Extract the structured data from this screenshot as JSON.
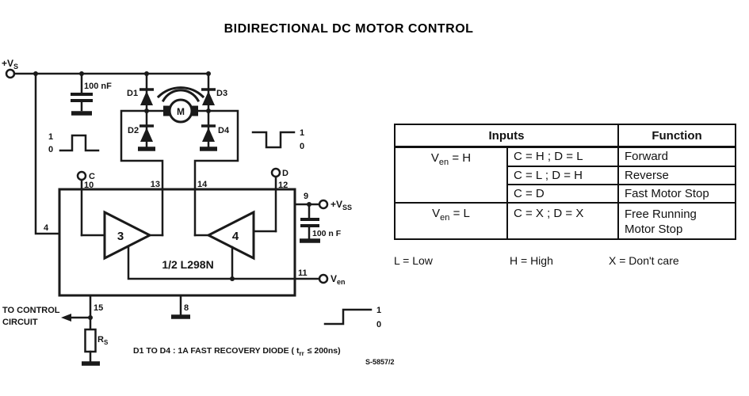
{
  "title": "BIDIRECTIONAL DC MOTOR CONTROL",
  "schematic": {
    "supply": {
      "main": "+V",
      "sub": "S"
    },
    "pin4": "4",
    "cap1": "100 nF",
    "cap2": "100 n F",
    "wave_left": {
      "high": "1",
      "low": "0"
    },
    "wave_right": {
      "high": "1",
      "low": "0"
    },
    "wave_enable": {
      "high": "1",
      "low": "0"
    },
    "d1": "D1",
    "d2": "D2",
    "d3": "D3",
    "d4": "D4",
    "motor": "M",
    "input_c": {
      "label": "C",
      "pin": "10"
    },
    "input_d": {
      "label": "D",
      "pin": "12"
    },
    "pin13": "13",
    "pin14": "14",
    "pin9": "9",
    "vss": {
      "main": "+V",
      "sub": "SS"
    },
    "pin11": "11",
    "ven": {
      "main": "V",
      "sub": "en"
    },
    "amp3": "3",
    "amp4": "4",
    "ic": "1/2 L298N",
    "pin15": "15",
    "pin8": "8",
    "control_line1": "TO CONTROL",
    "control_line2": "CIRCUIT",
    "rs": {
      "main": "R",
      "sub": "S"
    },
    "note": {
      "part1": "D1 TO D4 : 1A FAST RECOVERY DIODE ( t",
      "sub": "rr",
      "part2": "≤ 200ns)"
    },
    "code": "S-5857/2"
  },
  "table": {
    "header_inputs": "Inputs",
    "header_function": "Function",
    "rows": [
      {
        "ven_v": "V",
        "ven_sub": "en",
        "ven_rest": " = H",
        "input": "C = H ; D = L",
        "function": "Forward"
      },
      {
        "input": "C = L ; D = H",
        "function": "Reverse"
      },
      {
        "input": "C = D",
        "function": "Fast Motor Stop"
      },
      {
        "ven_v": "V",
        "ven_sub": "en",
        "ven_rest": " = L",
        "input": "C = X ; D = X",
        "function": "Free Running Motor Stop"
      }
    ],
    "legend": [
      "L = Low",
      "H = High",
      "X = Don't care"
    ]
  }
}
